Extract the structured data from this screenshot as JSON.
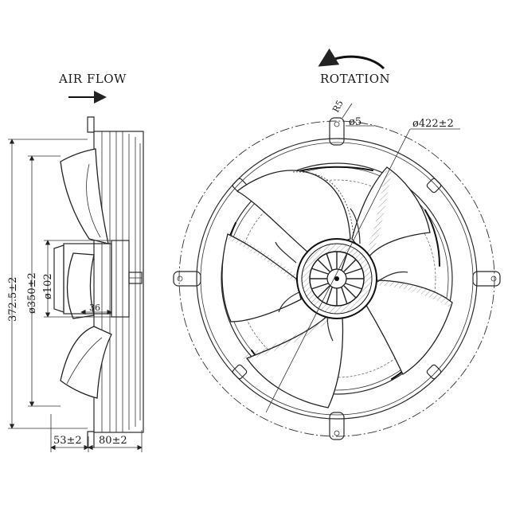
{
  "labels": {
    "air_flow": "AIR FLOW",
    "rotation": "ROTATION",
    "radius": "R5",
    "hole_dia": "ø5",
    "outer_dia": "ø422±2",
    "height_total": "372.5±2",
    "dia_350": "ø350±2",
    "dia_102": "ø102",
    "hub_depth": "36",
    "dim_53": "53±2",
    "dim_80": "80±2"
  }
}
